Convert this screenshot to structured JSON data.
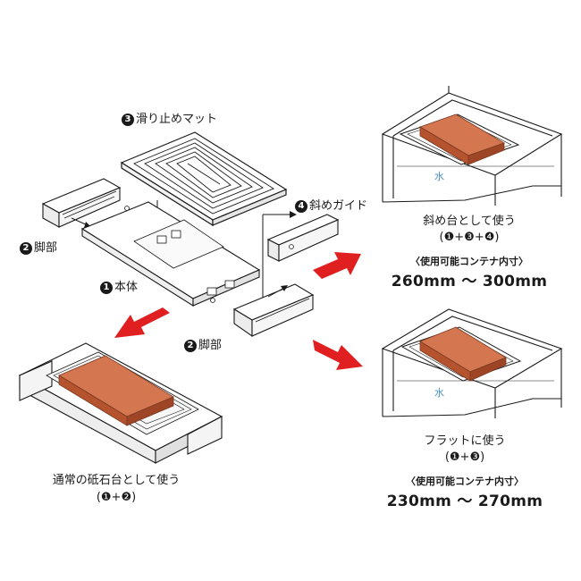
{
  "colors": {
    "arrow": "#e02020",
    "stone": "#c0603a",
    "stone_top": "#d47650",
    "water": "#4a90c8",
    "line": "#1a1a1a"
  },
  "parts": {
    "mat": {
      "num": "3",
      "label": "滑り止めマット"
    },
    "slope_guide": {
      "num": "4",
      "label": "斜めガイド"
    },
    "foot_left": {
      "num": "2",
      "label": "脚部"
    },
    "body": {
      "num": "1",
      "label": "本体"
    },
    "foot_bottom": {
      "num": "2",
      "label": "脚部"
    }
  },
  "uses": {
    "slope": {
      "title": "斜め台として使う",
      "combo": "(❶+❸+❹)",
      "spec_label": "〈使用可能コンテナ内寸〉",
      "size": "260mm ～ 300mm",
      "water": "水"
    },
    "flat": {
      "title": "フラットに使う",
      "combo": "(❶+❸)",
      "spec_label": "〈使用可能コンテナ内寸〉",
      "size": "230mm ～ 270mm",
      "water": "水"
    },
    "normal": {
      "title": "通常の砥石台として使う",
      "combo": "(❶+❷)"
    }
  }
}
